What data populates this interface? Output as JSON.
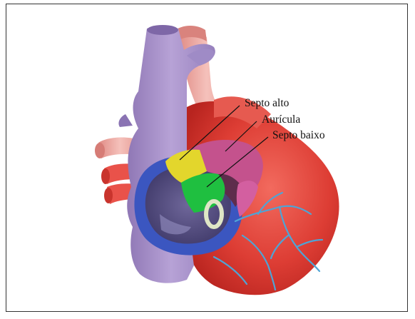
{
  "labels": {
    "septo_alto": "Septo alto",
    "auricula": "Aurícula",
    "septo_baixo": "Septo baixo"
  },
  "colors": {
    "frame": "#333333",
    "vena_cava": "#a58ec7",
    "heart_red": "#e0433a",
    "vessel_pink": "#e49a93",
    "septo_alto": "#e0d52c",
    "septo_baixo": "#1fbd3c",
    "auricula": "#c0508a",
    "blue_ring": "#3f58bf",
    "coronary": "#4c9fd0"
  }
}
